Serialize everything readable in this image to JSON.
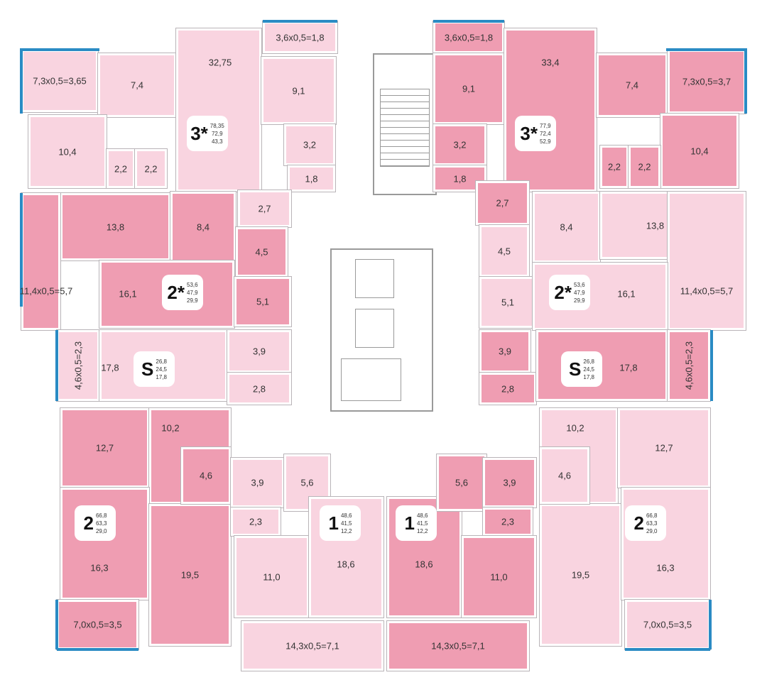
{
  "title": "Floor plan",
  "colors": {
    "light": "#f9d4e0",
    "dark": "#ef9db2",
    "balcony_edge": "#2a8bc4"
  },
  "rooms": [
    {
      "label": "7,3x0,5=3,65",
      "tone": "light"
    },
    {
      "label": "7,4",
      "tone": "light"
    },
    {
      "label": "32,75",
      "tone": "light"
    },
    {
      "label": "9,1",
      "tone": "light"
    },
    {
      "label": "3,6x0,5=1,8",
      "tone": "light"
    },
    {
      "label": "10,4",
      "tone": "light"
    },
    {
      "label": "2,2",
      "tone": "light"
    },
    {
      "label": "2,2",
      "tone": "light"
    },
    {
      "label": "3,2",
      "tone": "light"
    },
    {
      "label": "1,8",
      "tone": "light"
    },
    {
      "label": "3,6x0,5=1,8",
      "tone": "dark"
    },
    {
      "label": "9,1",
      "tone": "dark"
    },
    {
      "label": "33,4",
      "tone": "dark"
    },
    {
      "label": "7,4",
      "tone": "dark"
    },
    {
      "label": "7,3x0,5=3,7",
      "tone": "dark"
    },
    {
      "label": "10,4",
      "tone": "dark"
    },
    {
      "label": "2,2",
      "tone": "dark"
    },
    {
      "label": "2,2",
      "tone": "dark"
    },
    {
      "label": "3,2",
      "tone": "dark"
    },
    {
      "label": "1,8",
      "tone": "dark"
    },
    {
      "label": "13,8",
      "tone": "dark"
    },
    {
      "label": "8,4",
      "tone": "dark"
    },
    {
      "label": "11,4x0,5=5,7",
      "tone": "dark"
    },
    {
      "label": "16,1",
      "tone": "dark"
    },
    {
      "label": "2,7",
      "tone": "light"
    },
    {
      "label": "4,5",
      "tone": "dark"
    },
    {
      "label": "5,1",
      "tone": "dark"
    },
    {
      "label": "2,7",
      "tone": "dark"
    },
    {
      "label": "4,5",
      "tone": "light"
    },
    {
      "label": "5,1",
      "tone": "light"
    },
    {
      "label": "8,4",
      "tone": "light"
    },
    {
      "label": "13,8",
      "tone": "light"
    },
    {
      "label": "11,4x0,5=5,7",
      "tone": "light"
    },
    {
      "label": "16,1",
      "tone": "light"
    },
    {
      "label": "4,6x0,5=2,3",
      "tone": "light"
    },
    {
      "label": "17,8",
      "tone": "light"
    },
    {
      "label": "3,9",
      "tone": "light"
    },
    {
      "label": "2,8",
      "tone": "light"
    },
    {
      "label": "3,9",
      "tone": "dark"
    },
    {
      "label": "2,8",
      "tone": "dark"
    },
    {
      "label": "17,8",
      "tone": "dark"
    },
    {
      "label": "4,6x0,5=2,3",
      "tone": "dark"
    },
    {
      "label": "12,7",
      "tone": "dark"
    },
    {
      "label": "10,2",
      "tone": "dark"
    },
    {
      "label": "16,3",
      "tone": "dark"
    },
    {
      "label": "19,5",
      "tone": "dark"
    },
    {
      "label": "4,6",
      "tone": "dark"
    },
    {
      "label": "7,0x0,5=3,5",
      "tone": "dark"
    },
    {
      "label": "3,9",
      "tone": "light"
    },
    {
      "label": "5,6",
      "tone": "light"
    },
    {
      "label": "2,3",
      "tone": "light"
    },
    {
      "label": "11,0",
      "tone": "light"
    },
    {
      "label": "18,6",
      "tone": "light"
    },
    {
      "label": "14,3x0,5=7,1",
      "tone": "light"
    },
    {
      "label": "18,6",
      "tone": "dark"
    },
    {
      "label": "5,6",
      "tone": "dark"
    },
    {
      "label": "3,9",
      "tone": "dark"
    },
    {
      "label": "2,3",
      "tone": "dark"
    },
    {
      "label": "11,0",
      "tone": "dark"
    },
    {
      "label": "14,3x0,5=7,1",
      "tone": "dark"
    },
    {
      "label": "10,2",
      "tone": "light"
    },
    {
      "label": "12,7",
      "tone": "light"
    },
    {
      "label": "19,5",
      "tone": "light"
    },
    {
      "label": "16,3",
      "tone": "light"
    },
    {
      "label": "4,6",
      "tone": "light"
    },
    {
      "label": "7,0x0,5=3,5",
      "tone": "light"
    }
  ],
  "apartments": [
    {
      "rooms": "3*",
      "total": "78,35",
      "area": "72,9",
      "living": "43,3"
    },
    {
      "rooms": "3*",
      "total": "77,9",
      "area": "72,4",
      "living": "52,9"
    },
    {
      "rooms": "2*",
      "total": "53,6",
      "area": "47,9",
      "living": "29,9"
    },
    {
      "rooms": "2*",
      "total": "53,6",
      "area": "47,9",
      "living": "29,9"
    },
    {
      "rooms": "S",
      "total": "26,8",
      "area": "24,5",
      "living": "17,8"
    },
    {
      "rooms": "S",
      "total": "26,8",
      "area": "24,5",
      "living": "17,8"
    },
    {
      "rooms": "2",
      "total": "66,8",
      "area": "63,3",
      "living": "29,0"
    },
    {
      "rooms": "1",
      "total": "48,6",
      "area": "41,5",
      "living": "12,2"
    },
    {
      "rooms": "1",
      "total": "48,6",
      "area": "41,5",
      "living": "12,2"
    },
    {
      "rooms": "2",
      "total": "66,8",
      "area": "63,3",
      "living": "29,0"
    }
  ]
}
